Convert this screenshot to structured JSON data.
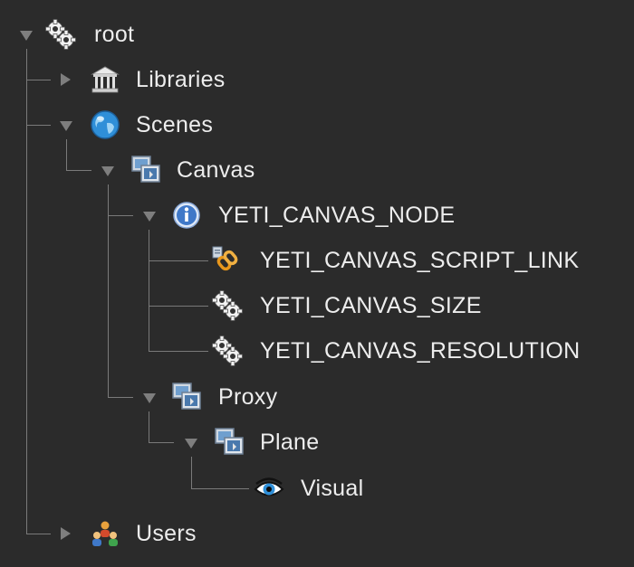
{
  "tree": {
    "root": "root",
    "libraries": "Libraries",
    "scenes": "Scenes",
    "canvas": "Canvas",
    "canvas_node": "YETI_CANVAS_NODE",
    "script_link": "YETI_CANVAS_SCRIPT_LINK",
    "canvas_size": "YETI_CANVAS_SIZE",
    "canvas_resolution": "YETI_CANVAS_RESOLUTION",
    "proxy": "Proxy",
    "plane": "Plane",
    "visual": "Visual",
    "users": "Users"
  },
  "icons": {
    "root": "gears-icon",
    "libraries": "library-building-icon",
    "scenes": "globe-icon",
    "canvas": "canvas-node-icon",
    "canvas_node": "info-icon",
    "script_link": "script-link-icon",
    "canvas_size": "gears-icon",
    "canvas_resolution": "gears-icon",
    "proxy": "canvas-node-icon",
    "plane": "canvas-node-icon",
    "visual": "eye-icon",
    "users": "users-icon"
  },
  "colors": {
    "background": "#2b2b2b",
    "text": "#ededed",
    "connector": "#7a7a7a",
    "info_blue": "#3f78c8",
    "globe_blue": "#2f8fd8",
    "link_orange": "#e8971c"
  }
}
